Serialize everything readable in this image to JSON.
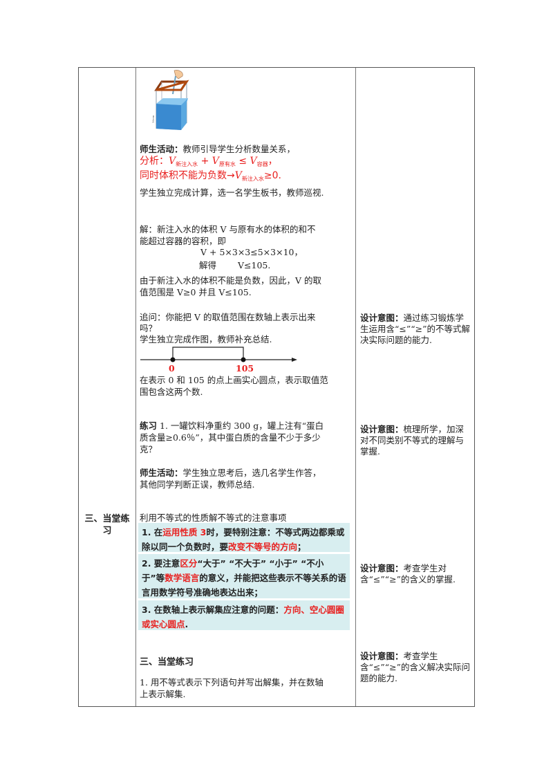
{
  "section_label": "三、当堂练习",
  "image": {
    "icon": "water-container-illustration"
  },
  "activity1": {
    "label": "师生活动：",
    "text": "教师引导学生分析数量关系，"
  },
  "analysis": {
    "label": "分析：",
    "line1_parts": [
      "V",
      "新注入水",
      " + ",
      "V",
      "原有水",
      " ≤ ",
      "V",
      "容器",
      "，"
    ],
    "line2_prefix": "同时体积不能为负数→",
    "line2_var": "V",
    "line2_sub": "新注入水",
    "line2_suffix": "≥0."
  },
  "student_calc": "学生独立完成计算，选一名学生板书，教师巡视.",
  "solution": {
    "line1": "解：新注入水的体积  V  与原有水的体积的和不",
    "line2": "能超过容器的容积，即",
    "equation": "V + 5×3×3≤5×3×10，",
    "result_label": "解得",
    "result": "V≤105.",
    "line5": "由于新注入水的体积不能是负数，因此，V 的取",
    "line6": "值范围是  V≥0  并且  V≤105."
  },
  "followup": {
    "line1": "追问：你能把 V 的取值范围在数轴上表示出来",
    "line2": "吗？",
    "line3": "学生独立完成作图，教师补充总结."
  },
  "number_line": {
    "label_left": "0",
    "label_right": "105",
    "color_labels": "#e8201f"
  },
  "number_line_desc": {
    "line1": "在表示 0 和 105 的点上画实心圆点，表示取值范",
    "line2": "围包含这两个数."
  },
  "exercise1": {
    "label": "练习",
    "line1": " 1. 一罐饮料净重约  300 g，罐上注有“蛋白",
    "line2": "质含量≥0.6％”，其中蛋白质的含量不少于多少",
    "line3": "克？"
  },
  "activity2": {
    "label": "师生活动：",
    "line1": "学生独立思考后，选几名学生作答，",
    "line2": "其他同学判断正误，教师总结."
  },
  "notes_title": "利用不等式的性质解不等式的注意事项",
  "notes": [
    {
      "p1": "1. 在",
      "r1": "运用性质 3",
      "p2": "时，要特别注意：不等式两边都乘或除以同一个负数时，要",
      "r2": "改变不等号的方向",
      "p3": "；"
    },
    {
      "p1": "2. 要注意",
      "r1": "区分",
      "p2": "“大于”  “不大于”  “小于”  “不小于”等",
      "r2": "数学语言",
      "p3": "的意义，并能把这些表示不等关系的语言用数学符号准确地表达出来；"
    },
    {
      "p1": "3. 在数轴上表示解集应注意的问题：",
      "r1": "方向、空心圆圈或实心圆点",
      "p2": ".",
      "r2": "",
      "p3": ""
    }
  ],
  "practice_heading": "三、当堂练习",
  "practice_q1": {
    "line1": "1. 用不等式表示下列语句并写出解集，并在数轴",
    "line2": "上表示解集."
  },
  "design_intents": [
    {
      "label": "设计意图：",
      "text": "通过练习锻炼学生运用含“≤”“≥”的不等式解决实际问题的能力."
    },
    {
      "label": "设计意图：",
      "text": "梳理所学，加深对不同类别不等式的理解与掌握."
    },
    {
      "label": "设计意图：",
      "text": "考查学生对含“≤”“≥”的含义的掌握."
    },
    {
      "label": "设计意图：",
      "text": "考查学生含“≤”“≥”的含义解决实际问题的能力."
    }
  ],
  "colors": {
    "accent_red": "#e8201f",
    "note_bg": "#d8eef0",
    "border": "#555555"
  }
}
